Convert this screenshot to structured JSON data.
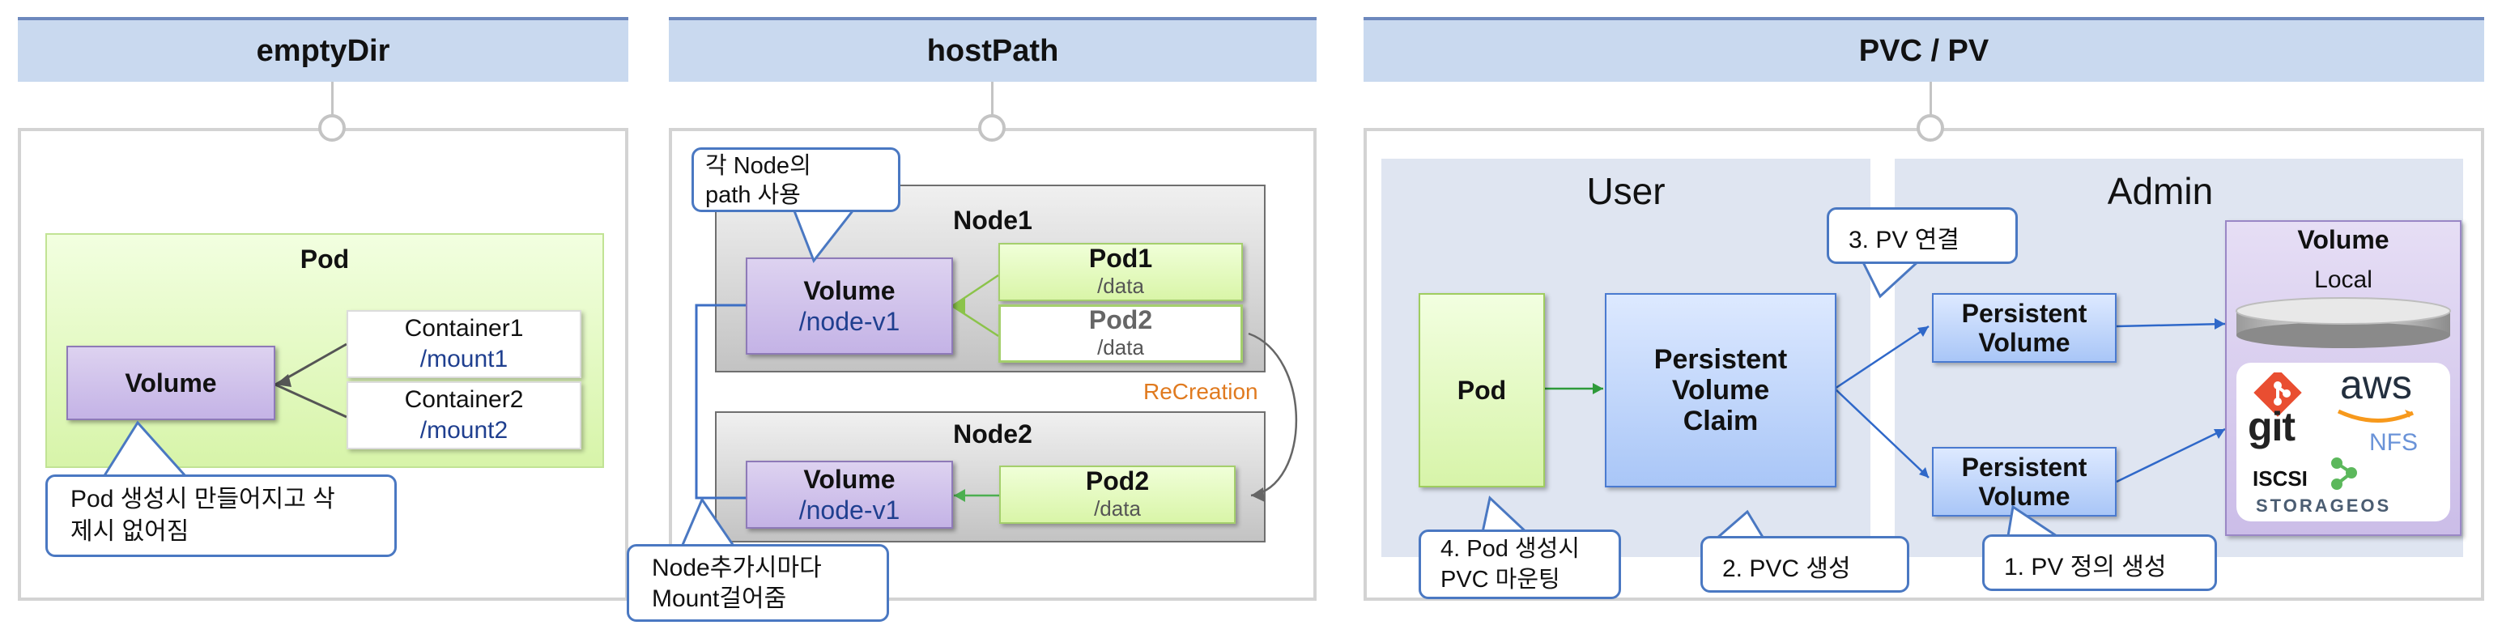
{
  "sections": {
    "emptydir": {
      "title": "emptyDir",
      "pod_label": "Pod",
      "volume_label": "Volume",
      "containers": [
        {
          "name": "Container1",
          "mount": "/mount1"
        },
        {
          "name": "Container2",
          "mount": "/mount2"
        }
      ],
      "callout_line1": "Pod 생성시 만들어지고 삭",
      "callout_line2": "제시 없어짐"
    },
    "hostpath": {
      "title": "hostPath",
      "callout_top_line1": "각 Node의",
      "callout_top_line2": "path 사용",
      "node1": {
        "label": "Node1",
        "volume_title": "Volume",
        "volume_path": "/node-v1",
        "pod1_title": "Pod1",
        "pod1_path": "/data",
        "pod2_title": "Pod2",
        "pod2_path": "/data"
      },
      "recreation_label": "ReCreation",
      "node2": {
        "label": "Node2",
        "volume_title": "Volume",
        "volume_path": "/node-v1",
        "pod2_title": "Pod2",
        "pod2_path": "/data"
      },
      "callout_bottom_line1": "Node추가시마다",
      "callout_bottom_line2": "Mount걸어줌"
    },
    "pvc": {
      "title": "PVC / PV",
      "user_label": "User",
      "admin_label": "Admin",
      "pod_label": "Pod",
      "pvc_line1": "Persistent",
      "pvc_line2": "Volume",
      "pvc_line3": "Claim",
      "pv_line1": "Persistent",
      "pv_line2": "Volume",
      "step3": "3. PV 연결",
      "step4_line1": "4. Pod 생성시",
      "step4_line2": "PVC 마운팅",
      "step2": "2. PVC 생성",
      "step1": "1. PV 정의 생성",
      "volume_title": "Volume",
      "local_label": "Local",
      "logos": {
        "git": "git",
        "aws": "aws",
        "nfs": "NFS",
        "iscsi": "ISCSI",
        "storageos": "STORAGEOS"
      }
    }
  },
  "colors": {
    "header_bg": "#c9d9ef",
    "volume_purple": "#c4b3e6",
    "pod_green": "#d9f5a8",
    "pv_blue": "#a9c6f7",
    "recreation_orange": "#e07a1f",
    "callout_border": "#4a78c2"
  }
}
